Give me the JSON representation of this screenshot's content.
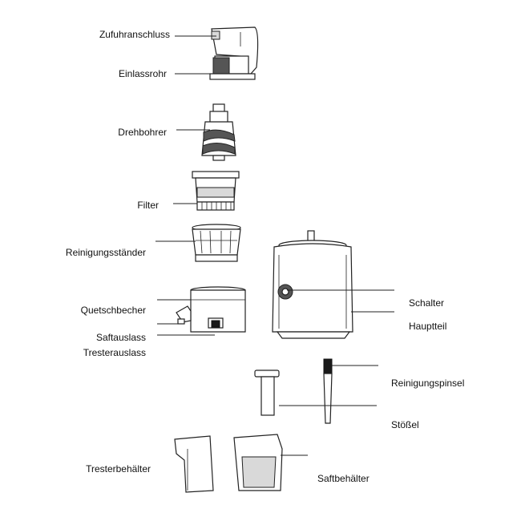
{
  "labels": {
    "inlet_connector": "Zufuhranschluss",
    "inlet_tube": "Einlassrohr",
    "auger": "Drehbohrer",
    "filter": "Filter",
    "cleaning_stand": "Reinigungsständer",
    "squeeze_cup": "Quetschbecher",
    "juice_outlet": "Saftauslass",
    "pulp_outlet": "Tresterauslass",
    "switch": "Schalter",
    "main_body": "Hauptteil",
    "cleaning_brush": "Reinigungspinsel",
    "pusher": "Stößel",
    "pulp_container": "Tresterbehälter",
    "juice_container": "Saftbehälter"
  }
}
